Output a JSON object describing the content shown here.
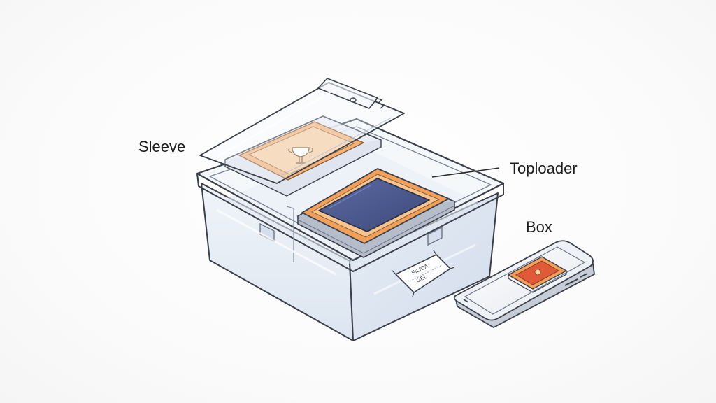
{
  "labels": {
    "sleeve": "Sleeve",
    "toploader": "Toploader",
    "box": "Box"
  },
  "packet_text": [
    "SILICA",
    "GEL"
  ],
  "colors": {
    "outline": "#3a3f4a",
    "box_fill": "#e3ebf5",
    "card_orange": "#f0a05a",
    "card_blue": "#4a5b8f",
    "phone_body": "#f2f4f7"
  },
  "icons": [
    "trophy-icon",
    "desiccant-packet",
    "smartphone-icon"
  ]
}
